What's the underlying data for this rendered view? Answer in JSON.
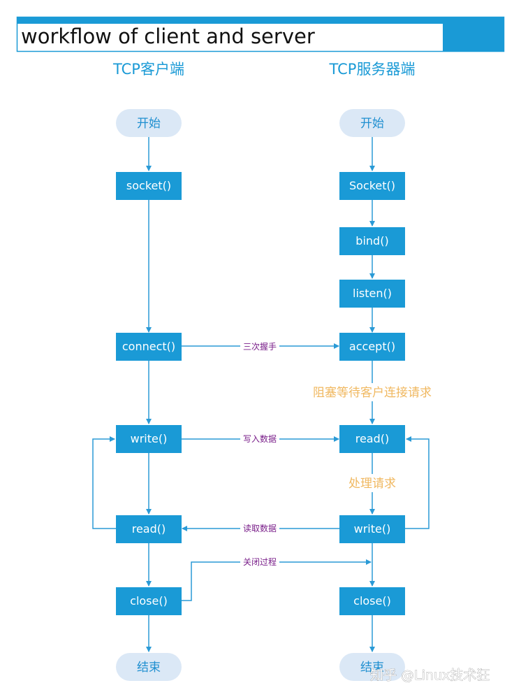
{
  "title": "workflow of client and server",
  "client": {
    "heading": "TCP客户端",
    "start": "开始",
    "socket": "socket()",
    "connect": "connect()",
    "write": "write()",
    "read": "read()",
    "close": "close()",
    "end": "结束"
  },
  "server": {
    "heading": "TCP服务器端",
    "start": "开始",
    "socket": "Socket()",
    "bind": "bind()",
    "listen": "listen()",
    "accept": "accept()",
    "read": "read()",
    "write": "write()",
    "close": "close()",
    "end": "结束"
  },
  "edges": {
    "handshake": "三次握手",
    "write_data": "写入数据",
    "read_data": "读取数据",
    "close_process": "关闭过程"
  },
  "notes": {
    "block_wait": "阻塞等待客户连接请求",
    "process_request": "处理请求"
  },
  "watermark": "知乎 @Linux技术狂",
  "colors": {
    "box_fill": "#1a9ad6",
    "pill_fill": "#dbe8f6",
    "line": "#2a9ad6",
    "edge_label": "#7a1f8a",
    "note": "#f0b860"
  }
}
